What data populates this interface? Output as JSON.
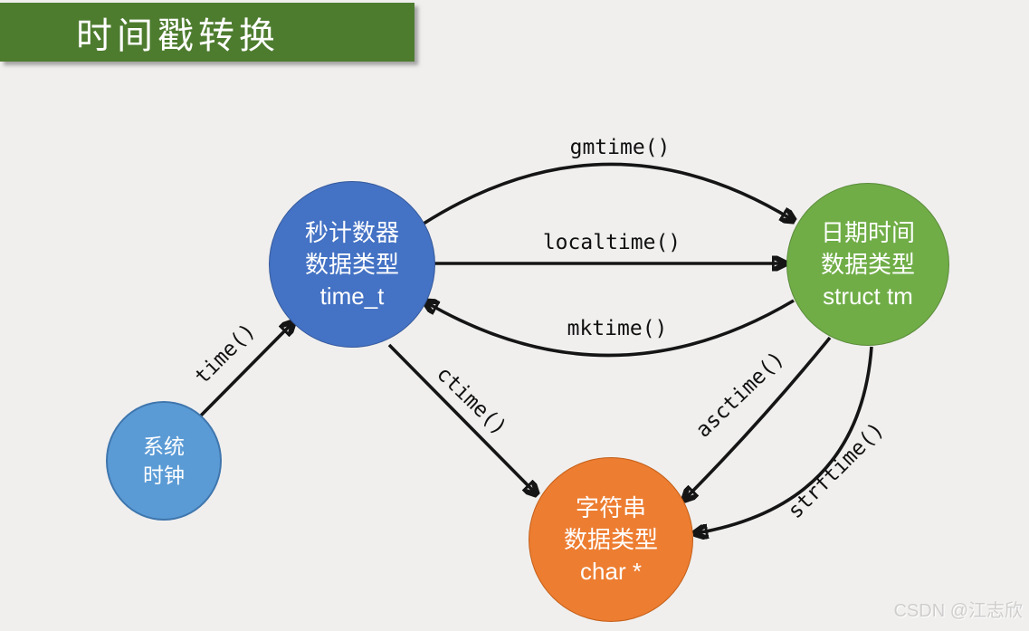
{
  "title": "时间戳转换",
  "watermark": "CSDN @江志欣",
  "colors": {
    "background": "#f0efee",
    "banner_green": "#4e7c2f",
    "node_time_t": "#4472c4",
    "node_struct_tm": "#70ad47",
    "node_char_ptr": "#ed7d31",
    "node_system_clock": "#5b9bd5",
    "arrow": "#151515",
    "text_white": "#ffffff"
  },
  "nodes": {
    "system_clock": {
      "lines": [
        "系统",
        "时钟"
      ]
    },
    "time_t": {
      "lines": [
        "秒计数器",
        "数据类型",
        "time_t"
      ]
    },
    "struct_tm": {
      "lines": [
        "日期时间",
        "数据类型",
        "struct tm"
      ]
    },
    "char_ptr": {
      "lines": [
        "字符串",
        "数据类型",
        "char *"
      ]
    }
  },
  "edges": [
    {
      "id": "time",
      "label": "time()",
      "from": "system_clock",
      "to": "time_t"
    },
    {
      "id": "gmtime",
      "label": "gmtime()",
      "from": "time_t",
      "to": "struct_tm"
    },
    {
      "id": "localtime",
      "label": "localtime()",
      "from": "time_t",
      "to": "struct_tm"
    },
    {
      "id": "mktime",
      "label": "mktime()",
      "from": "struct_tm",
      "to": "time_t"
    },
    {
      "id": "ctime",
      "label": "ctime()",
      "from": "time_t",
      "to": "char_ptr"
    },
    {
      "id": "asctime",
      "label": "asctime()",
      "from": "struct_tm",
      "to": "char_ptr"
    },
    {
      "id": "strftime",
      "label": "strftime()",
      "from": "struct_tm",
      "to": "char_ptr"
    }
  ]
}
